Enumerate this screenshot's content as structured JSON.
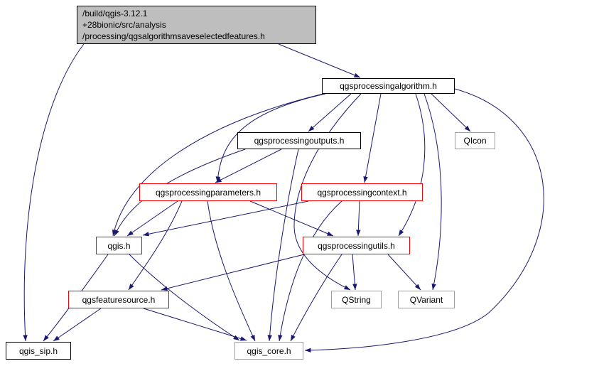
{
  "diagram": {
    "kind": "doxygen-include-dependency-graph",
    "nodes": [
      {
        "id": "main",
        "label": "/build/qgis-3.12.1\n+28bionic/src/analysis\n/processing/qgsalgorithmsaveselectedfeatures.h",
        "type": "focus"
      },
      {
        "id": "qgsprocessingalgorithm",
        "label": "qgsprocessingalgorithm.h",
        "type": "documented"
      },
      {
        "id": "qgsprocessingoutputs",
        "label": "qgsprocessingoutputs.h",
        "type": "documented"
      },
      {
        "id": "qicon",
        "label": "QIcon",
        "type": "external"
      },
      {
        "id": "qgsprocessingparameters",
        "label": "qgsprocessingparameters.h",
        "type": "truncated"
      },
      {
        "id": "qgsprocessingcontext",
        "label": "qgsprocessingcontext.h",
        "type": "truncated"
      },
      {
        "id": "qgis",
        "label": "qgis.h",
        "type": "truncated"
      },
      {
        "id": "qgsprocessingutils",
        "label": "qgsprocessingutils.h",
        "type": "truncated"
      },
      {
        "id": "qgsfeaturesource",
        "label": "qgsfeaturesource.h",
        "type": "truncated"
      },
      {
        "id": "qstring",
        "label": "QString",
        "type": "external"
      },
      {
        "id": "qvariant",
        "label": "QVariant",
        "type": "external"
      },
      {
        "id": "qgis_sip",
        "label": "qgis_sip.h",
        "type": "documented"
      },
      {
        "id": "qgis_core",
        "label": "qgis_core.h",
        "type": "external"
      }
    ],
    "edges": [
      {
        "from": "main",
        "to": "qgsprocessingalgorithm"
      },
      {
        "from": "main",
        "to": "qgis_sip"
      },
      {
        "from": "qgsprocessingalgorithm",
        "to": "qgsprocessingoutputs"
      },
      {
        "from": "qgsprocessingalgorithm",
        "to": "qicon"
      },
      {
        "from": "qgsprocessingalgorithm",
        "to": "qgsprocessingparameters"
      },
      {
        "from": "qgsprocessingalgorithm",
        "to": "qgsprocessingcontext"
      },
      {
        "from": "qgsprocessingalgorithm",
        "to": "qgsprocessingutils"
      },
      {
        "from": "qgsprocessingalgorithm",
        "to": "qgis"
      },
      {
        "from": "qgsprocessingalgorithm",
        "to": "qstring"
      },
      {
        "from": "qgsprocessingalgorithm",
        "to": "qvariant"
      },
      {
        "from": "qgsprocessingalgorithm",
        "to": "qgis_core"
      },
      {
        "from": "qgsprocessingoutputs",
        "to": "qgsprocessingparameters"
      },
      {
        "from": "qgsprocessingoutputs",
        "to": "qgis"
      },
      {
        "from": "qgsprocessingoutputs",
        "to": "qgis_core"
      },
      {
        "from": "qgsprocessingparameters",
        "to": "qgis"
      },
      {
        "from": "qgsprocessingparameters",
        "to": "qgsprocessingutils"
      },
      {
        "from": "qgsprocessingparameters",
        "to": "qgsfeaturesource"
      },
      {
        "from": "qgsprocessingparameters",
        "to": "qgis_core"
      },
      {
        "from": "qgsprocessingcontext",
        "to": "qgis"
      },
      {
        "from": "qgsprocessingcontext",
        "to": "qgsprocessingutils"
      },
      {
        "from": "qgsprocessingcontext",
        "to": "qgis_core"
      },
      {
        "from": "qgsprocessingutils",
        "to": "qstring"
      },
      {
        "from": "qgsprocessingutils",
        "to": "qvariant"
      },
      {
        "from": "qgsprocessingutils",
        "to": "qgsfeaturesource"
      },
      {
        "from": "qgsprocessingutils",
        "to": "qgis_core"
      },
      {
        "from": "qgis",
        "to": "qgis_sip"
      },
      {
        "from": "qgis",
        "to": "qgis_core"
      },
      {
        "from": "qgsfeaturesource",
        "to": "qgis_sip"
      },
      {
        "from": "qgsfeaturesource",
        "to": "qgis_core"
      }
    ],
    "colors": {
      "edge": "#191970",
      "focus_fill": "#bebebe",
      "documented_border": "#000000",
      "truncated_border": "#ff0000",
      "external_border": "#9f9f9f"
    }
  }
}
